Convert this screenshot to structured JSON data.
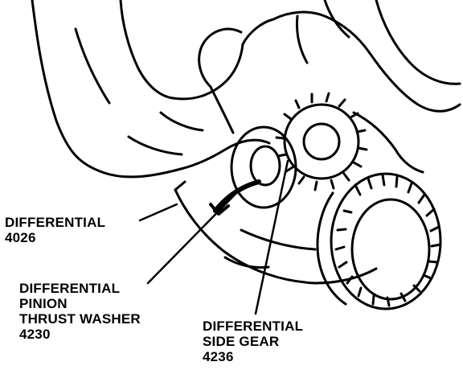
{
  "callouts": {
    "differential": {
      "lines": [
        "DIFFERENTIAL",
        "4026"
      ]
    },
    "pinion_thrust_washer": {
      "lines": [
        "DIFFERENTIAL",
        "PINION",
        "THRUST WASHER",
        "4230"
      ]
    },
    "side_gear": {
      "lines": [
        "DIFFERENTIAL",
        "SIDE GEAR",
        "4236"
      ]
    }
  },
  "colors": {
    "ink": "#000000",
    "paper": "#ffffff"
  }
}
